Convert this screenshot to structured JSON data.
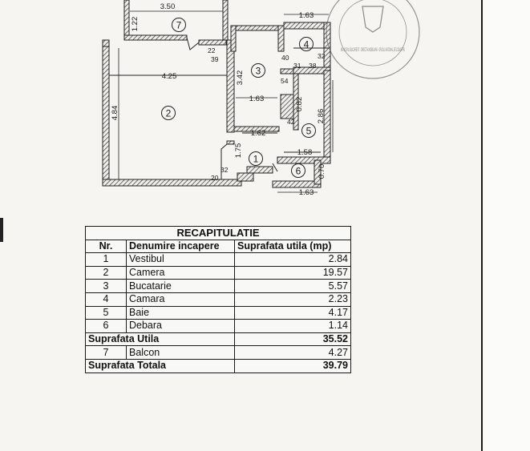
{
  "plan": {
    "rooms": [
      {
        "number": "1"
      },
      {
        "number": "2"
      },
      {
        "number": "3"
      },
      {
        "number": "4"
      },
      {
        "number": "5"
      },
      {
        "number": "6"
      },
      {
        "number": "7"
      }
    ],
    "dimensions": {
      "balcony_length": "3.50",
      "balcony_depth": "1.22",
      "room2_width": "4.25",
      "room2_height": "4.84",
      "room3_height": "3.42",
      "room3_width": "1.63",
      "top_right_width": "1.63",
      "bath_width": "1.58",
      "bath_height": "2.86",
      "bottom_width": "1.63",
      "hall_width": "1.62",
      "hall_height": "1.75",
      "wall_0_82": "0.82",
      "wall_0_70": "0.70",
      "t22": "22",
      "t39": "39",
      "t40": "40",
      "t31": "31",
      "t38": "38",
      "t32a": "32",
      "t54": "54",
      "t42": "42",
      "t32b": "32",
      "t20": "20"
    },
    "stamp_text": "MUNICIPIUL BUCURESTI · DIRECTIA IMOBILIARA · OFICIUL NATIONAL DE CADASTRU"
  },
  "recap": {
    "title": "RECAPITULATIE",
    "headers": {
      "nr": "Nr.",
      "name": "Denumire incapere",
      "area": "Suprafata utila (mp)"
    },
    "rooms": [
      {
        "nr": "1",
        "name": "Vestibul",
        "area": "2.84"
      },
      {
        "nr": "2",
        "name": "Camera",
        "area": "19.57"
      },
      {
        "nr": "3",
        "name": "Bucatarie",
        "area": "5.57"
      },
      {
        "nr": "4",
        "name": "Camara",
        "area": "2.23"
      },
      {
        "nr": "5",
        "name": "Baie",
        "area": "4.17"
      },
      {
        "nr": "6",
        "name": "Debara",
        "area": "1.14"
      }
    ],
    "useful_total": {
      "label": "Suprafata Utila",
      "area": "35.52"
    },
    "balcony": {
      "nr": "7",
      "name": "Balcon",
      "area": "4.27"
    },
    "grand_total": {
      "label": "Suprafata Totala",
      "area": "39.79"
    }
  }
}
